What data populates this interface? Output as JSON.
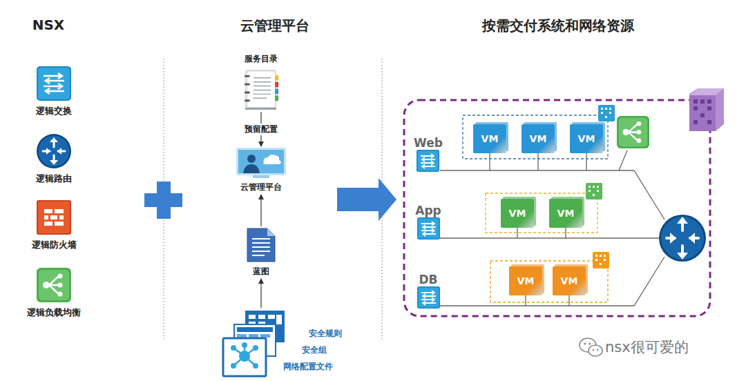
{
  "diagram": {
    "nodes": [
      {
        "text": [
          "逻辑交换"
        ]
      },
      {
        "text": [
          "逻辑路由"
        ]
      },
      {
        "text": [
          "逻辑防火墙"
        ]
      },
      {
        "text": [
          "逻辑负载均衡"
        ]
      },
      {
        "text": [
          "服务目录"
        ]
      },
      {
        "text": [
          "云管理平台"
        ]
      },
      {
        "text": [
          "蓝图"
        ]
      },
      {
        "text": [
          "安全规则",
          "安全组",
          "网络配置文件"
        ]
      },
      {
        "text": [
          "Web"
        ]
      },
      {
        "text": [
          "VM"
        ]
      },
      {
        "text": [
          "VM"
        ]
      },
      {
        "text": [
          "VM"
        ]
      },
      {
        "text": [
          "App"
        ]
      },
      {
        "text": [
          "VM"
        ]
      },
      {
        "text": [
          "VM"
        ]
      },
      {
        "text": [
          "DB"
        ]
      },
      {
        "text": [
          "VM"
        ]
      },
      {
        "text": [
          "VM"
        ]
      }
    ],
    "edges": [
      {
        "from": 4,
        "to": 5,
        "label": "预留配置",
        "arrow": "to"
      },
      {
        "from": 6,
        "to": 5,
        "arrow": "to"
      },
      {
        "from": 7,
        "to": 6,
        "arrow": "to"
      }
    ],
    "labels": [
      "NSX",
      "云管理平台",
      "按需交付系统和网络资源",
      "nsx很可爱的"
    ]
  }
}
